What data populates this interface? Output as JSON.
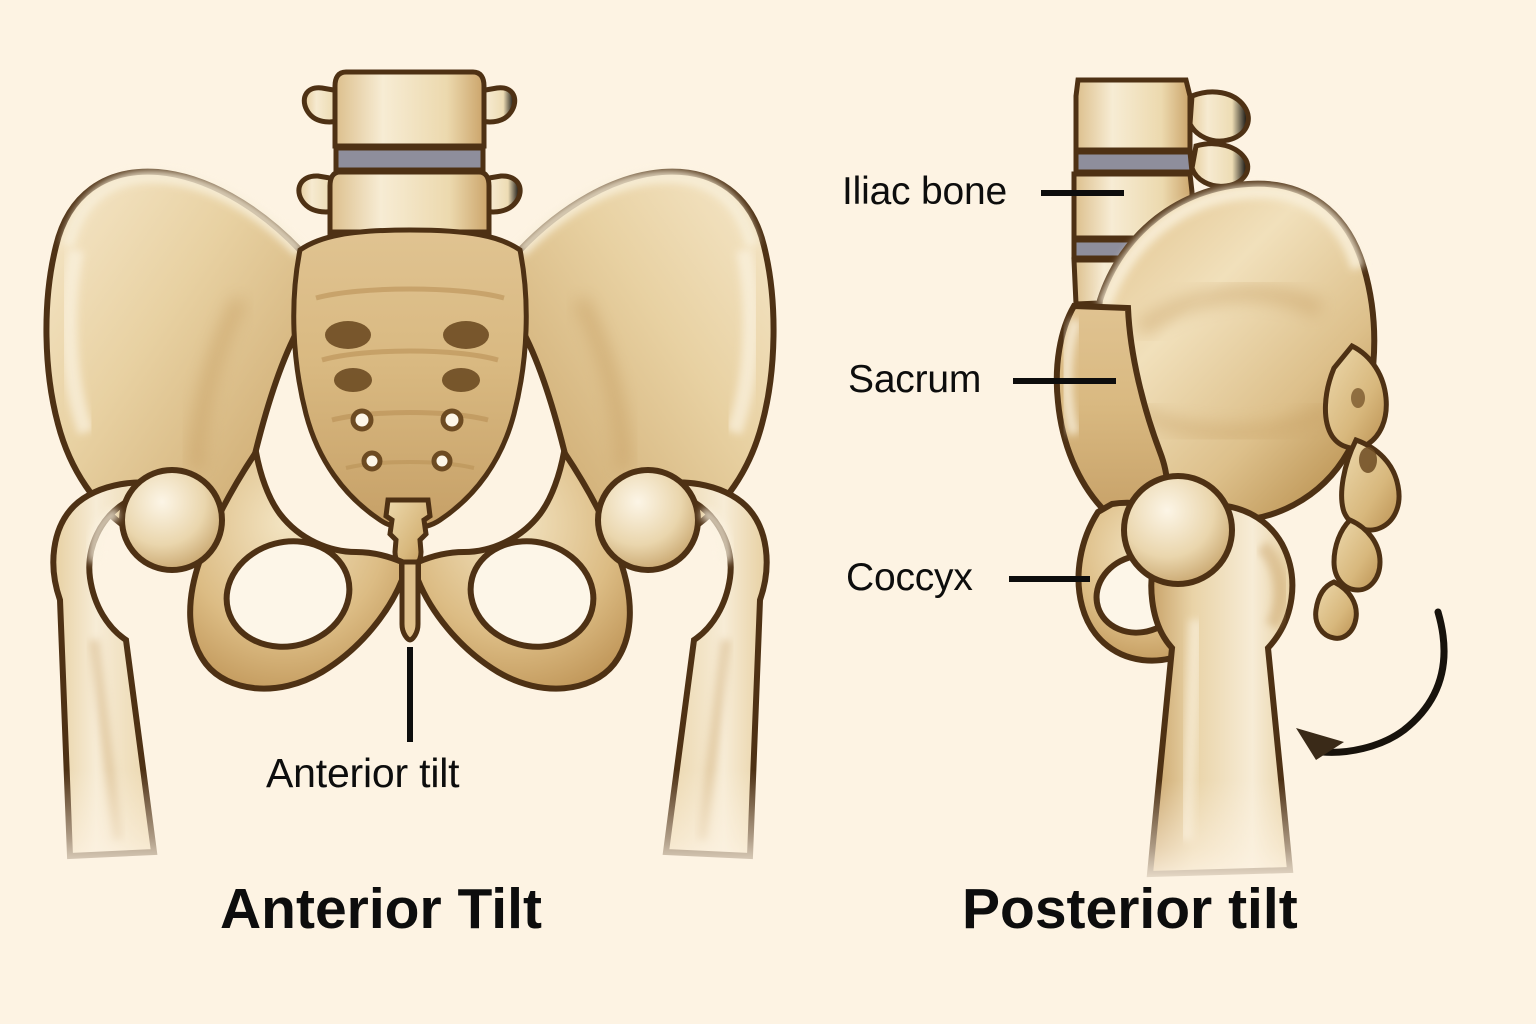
{
  "figure": {
    "background_color": "#fdf3e3",
    "bone_fill_light": "#f2e0bd",
    "bone_fill_mid": "#e3c894",
    "bone_fill_dark": "#c9a568",
    "bone_outline": "#4e3114",
    "disc_color": "#8e8e9c",
    "label_color": "#0d0d0d"
  },
  "panels": {
    "left": {
      "caption": "Anterior Tilt",
      "view": "anterior-pelvis-front-view",
      "annotation": {
        "label": "Anterior tilt",
        "leader": "vertical-line-from-pubic-symphysis"
      }
    },
    "right": {
      "caption": "Posterior tilt",
      "view": "lateral-pelvis-side-view",
      "labels": [
        {
          "text": "Iliac bone",
          "target": "ilium"
        },
        {
          "text": "Sacrum",
          "target": "sacrum"
        },
        {
          "text": "Coccyx",
          "target": "coccyx"
        }
      ],
      "arrow": {
        "name": "posterior-rotation-arrow",
        "direction": "curved-down-left"
      }
    }
  },
  "structures": {
    "vertebrae": "lumbar-vertebrae",
    "discs": "intervertebral-discs",
    "sacral_foramina_pairs": 4,
    "obturator_foramen": "obturator-foramen",
    "femur": "femur-head-and-shaft",
    "pubic_symphysis": "pubic-symphysis",
    "greater_trochanter": "greater-trochanter",
    "acetabulum": "acetabulum",
    "iliac_crest": "iliac-crest"
  }
}
